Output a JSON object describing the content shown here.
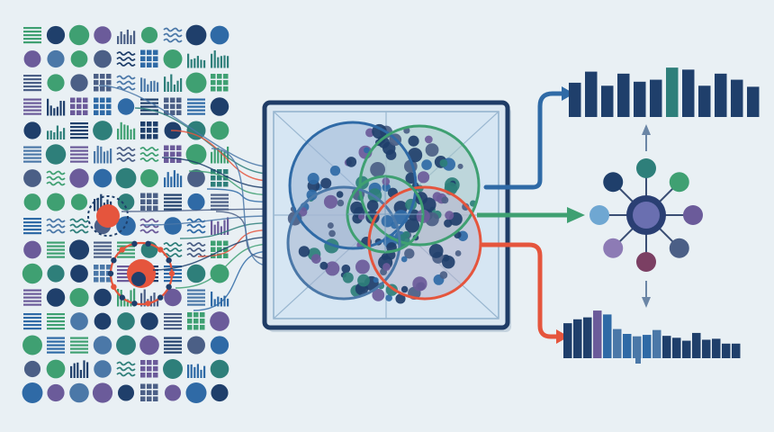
{
  "colors": {
    "background": "#e9f0f4",
    "navy": "#1f3f6b",
    "blue": "#2f6aa6",
    "steel": "#4b78a8",
    "teal": "#2e7f7a",
    "green": "#3fa072",
    "purple": "#6b5b9a",
    "slate": "#4b5f86",
    "red": "#e5553d",
    "panel_fill": "#cfe0ee",
    "panel_border": "#1f3c66"
  },
  "icons": {
    "input_tokens": "data-grid-icon",
    "hub": "network-hub-icon",
    "top_bars": "bar-chart-icon",
    "bottom_bars": "bar-chart-icon"
  },
  "bars": {
    "top": [
      0.68,
      0.9,
      0.62,
      0.86,
      0.7,
      0.74,
      0.98,
      0.94,
      0.62,
      0.86,
      0.74,
      0.6
    ],
    "bottom": [
      0.72,
      0.8,
      0.84,
      0.98,
      0.9,
      0.6,
      0.5,
      0.45,
      0.48,
      0.58,
      0.46,
      0.42,
      0.36,
      0.52,
      0.38,
      0.4,
      0.3,
      0.3
    ],
    "top_highlight_index": 6
  }
}
